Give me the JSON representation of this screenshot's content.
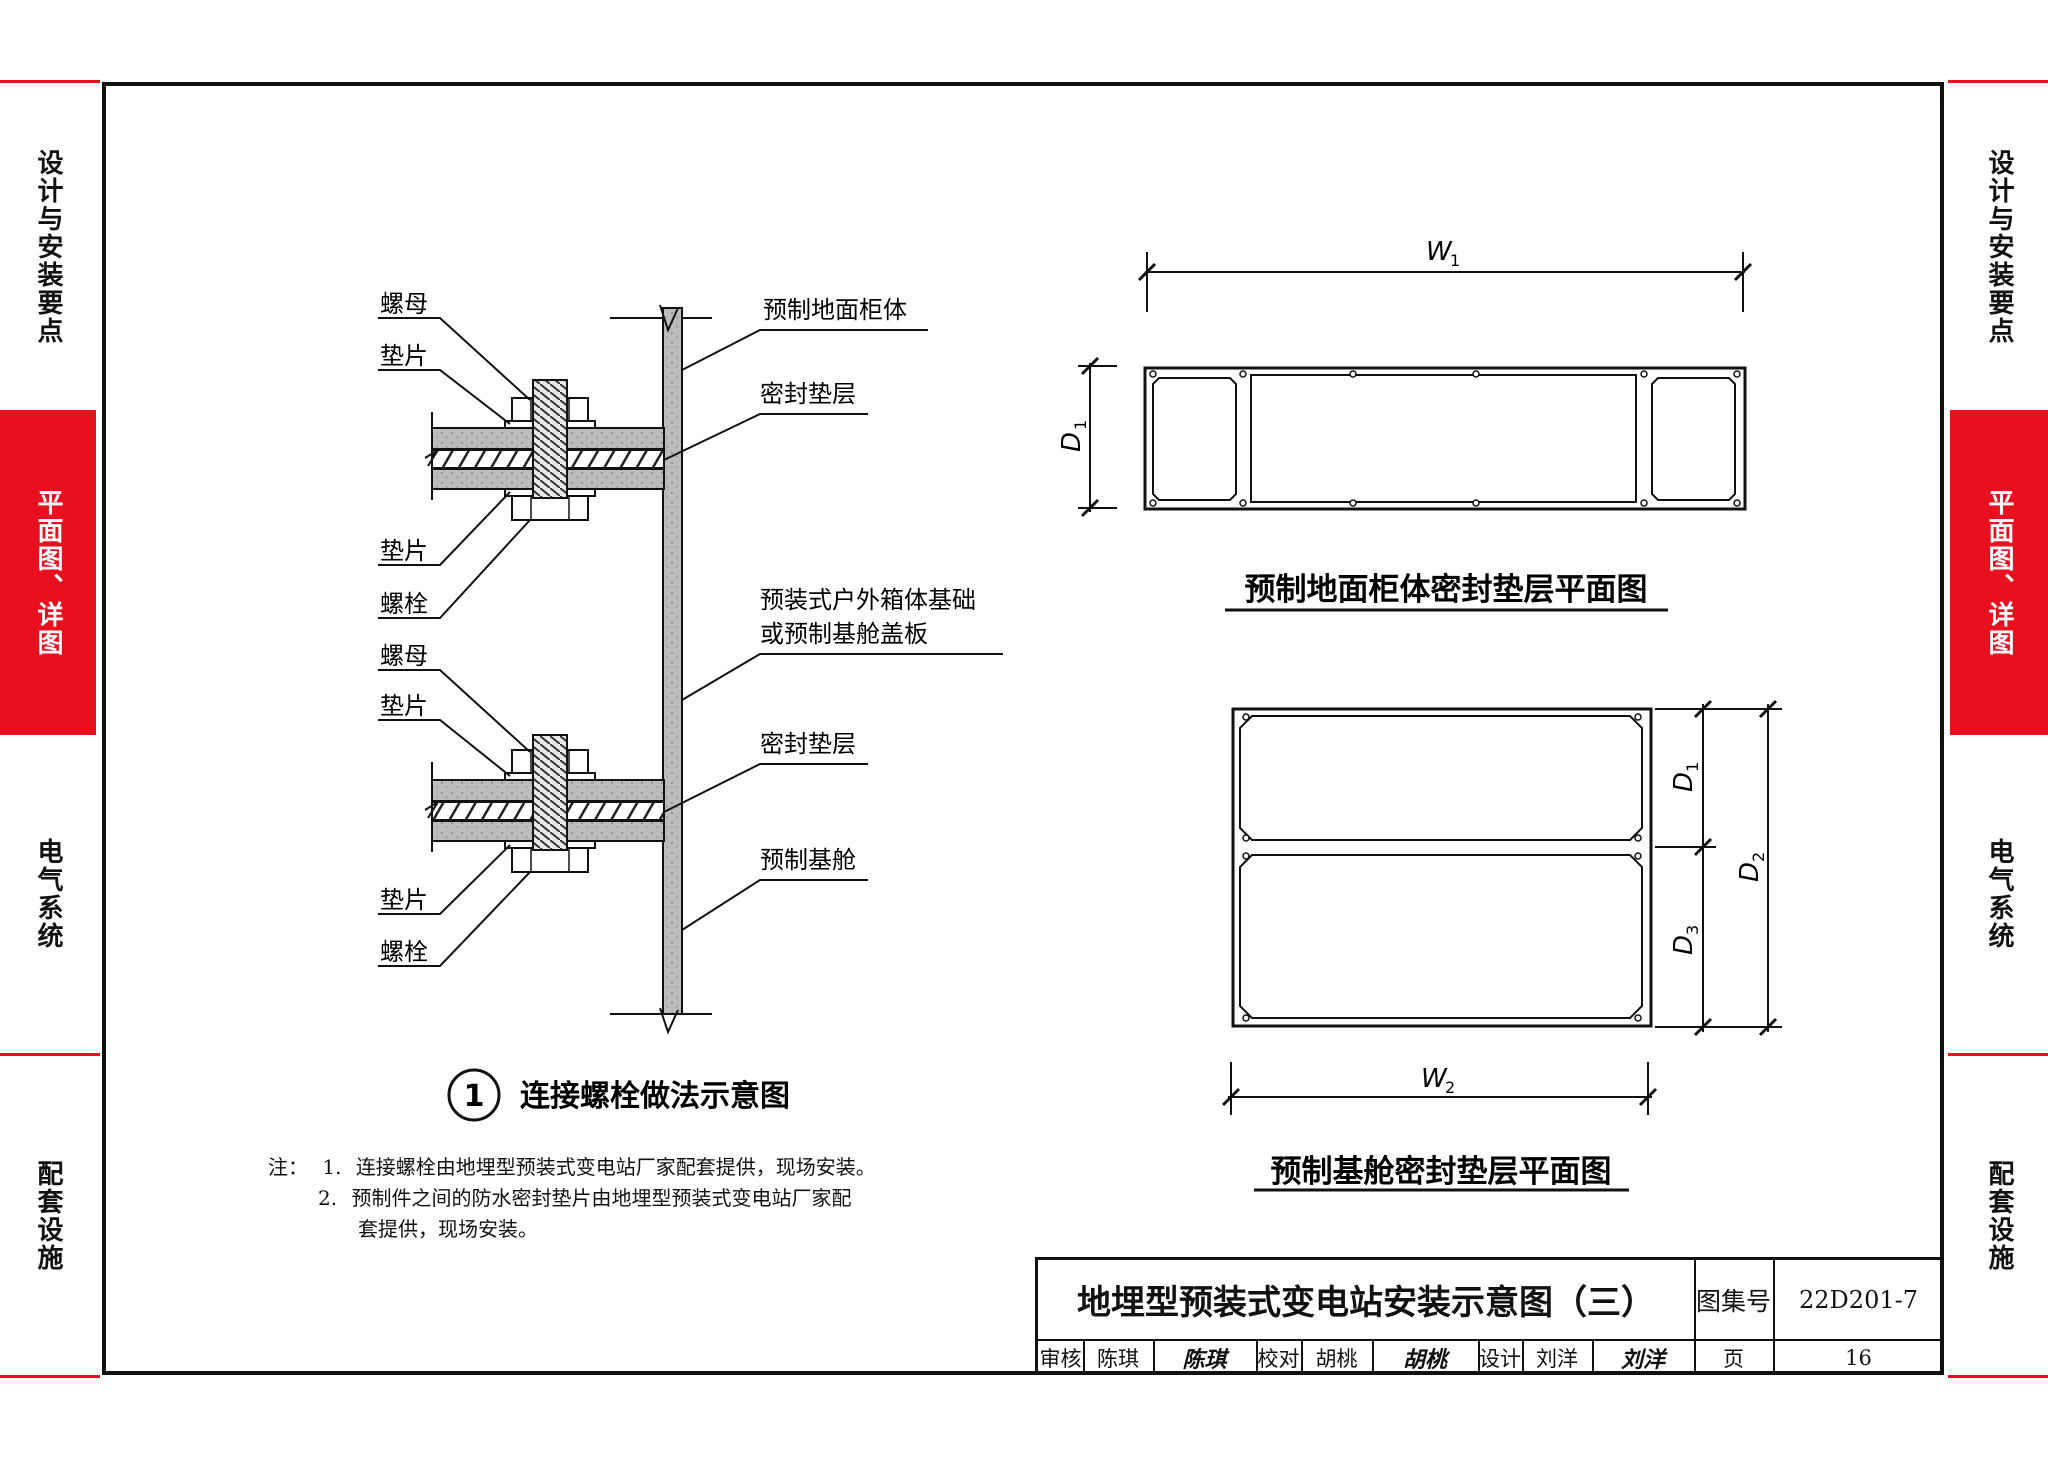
{
  "side_tabs": [
    {
      "id": "design",
      "text": "设计与安装要点"
    },
    {
      "id": "plan",
      "text": "平面图、详图"
    },
    {
      "id": "electric",
      "text": "电气系统"
    },
    {
      "id": "support",
      "text": "配套设施"
    }
  ],
  "detail1": {
    "labels": {
      "nut_top": "螺母",
      "washer_top": "垫片",
      "washer_top_lower": "垫片",
      "bolt_top": "螺栓",
      "nut_bottom": "螺母",
      "washer_bottom": "垫片",
      "washer_bottom_lower": "垫片",
      "bolt_bottom": "螺栓",
      "cabinet": "预制地面柜体",
      "seal_top": "密封垫层",
      "base_line1": "预装式户外箱体基础",
      "base_line2": "或预制基舱盖板",
      "seal_bottom": "密封垫层",
      "cabin": "预制基舱"
    },
    "circle_number": "1",
    "caption": "连接螺栓做法示意图"
  },
  "plan_cabinet": {
    "dim_w": "W",
    "dim_w_sub": "1",
    "dim_d": "D",
    "dim_d_sub": "1",
    "caption": "预制地面柜体密封垫层平面图"
  },
  "plan_cabin": {
    "dim_d1": "D",
    "dim_d1_sub": "1",
    "dim_d2": "D",
    "dim_d2_sub": "2",
    "dim_d3": "D",
    "dim_d3_sub": "3",
    "dim_w": "W",
    "dim_w_sub": "2",
    "caption": "预制基舱密封垫层平面图"
  },
  "notes": {
    "prefix": "注：",
    "item1_no": "1.",
    "item1": "连接螺栓由地埋型预装式变电站厂家配套提供，现场安装。",
    "item2_no": "2.",
    "item2_line1": "预制件之间的防水密封垫片由地埋型预装式变电站厂家配",
    "item2_line2": "套提供，现场安装。"
  },
  "title_block": {
    "title": "地埋型预装式变电站安装示意图（三）",
    "atlas_label": "图集号",
    "atlas_no": "22D201-7",
    "review_label": "审核",
    "reviewer": "陈琪",
    "reviewer_sig": "陈琪",
    "check_label": "校对",
    "checker": "胡桃",
    "checker_sig": "胡桃",
    "design_label": "设计",
    "designer": "刘洋",
    "designer_sig": "刘洋",
    "page_label": "页",
    "page_no": "16"
  }
}
